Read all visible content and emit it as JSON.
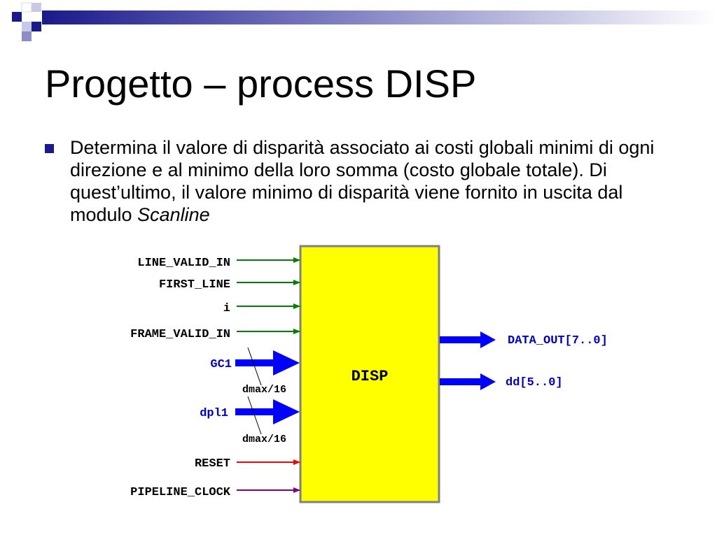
{
  "slide": {
    "title": "Progetto – process DISP",
    "bullet": {
      "text_before": "Determina il valore di disparità associato ai costi globali minimi di ogni direzione e al minimo della loro somma (costo globale totale). Di quest’ultimo, il valore minimo di disparità viene fornito in uscita dal modulo ",
      "text_italic": "Scanline"
    }
  },
  "diagram": {
    "block_label": "DISP",
    "inputs": {
      "line_valid_in": "LINE_VALID_IN",
      "first_line": "FIRST_LINE",
      "i": "i",
      "frame_valid_in": "FRAME_VALID_IN",
      "gc1": "GC1",
      "gc1_width": "dmax/16",
      "dpl1": "dpl1",
      "dpl1_width": "dmax/16",
      "reset": "RESET",
      "pipeline_clock": "PIPELINE_CLOCK"
    },
    "outputs": {
      "data_out": "DATA_OUT[7..0]",
      "dd": "dd[5..0]"
    }
  },
  "colors": {
    "accent_navy": "#1a1a8c",
    "block_fill": "#ffff00",
    "block_border": "#808080",
    "control_arrow": "#008000",
    "bus_arrow": "#0000ff",
    "reset_arrow": "#ff0000",
    "clock_arrow": "#800080",
    "bus_label": "#0000cc"
  }
}
